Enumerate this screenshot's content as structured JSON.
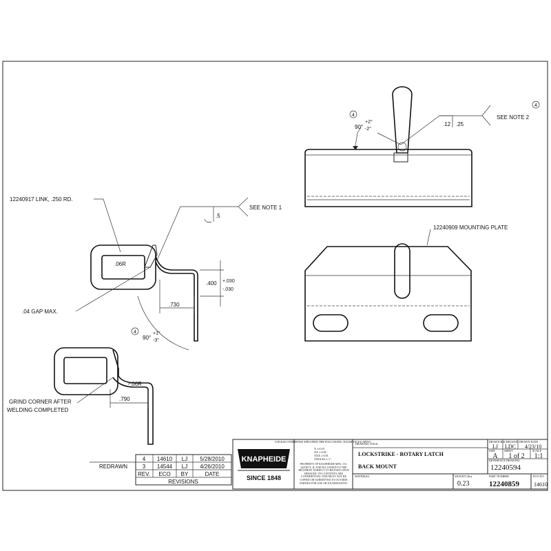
{
  "notes": {
    "link_label": "12240917 LINK, .250 RD.",
    "see_note_1": "SEE NOTE 1",
    "see_note_2": "SEE NOTE 2",
    "mounting_plate": "12240909 MOUNTING PLATE",
    "gap_max": ".04 GAP MAX.",
    "grind_line1": "GRIND CORNER AFTER",
    "grind_line2": "WELDING COMPLETED"
  },
  "dims": {
    "r06_top": ".06R",
    "r06_bottom": ".06R",
    "d730": ".730",
    "d790": ".790",
    "d400": ".400",
    "tol_plus": "+.030",
    "tol_minus": "-.030",
    "d5": ".5",
    "d12": ".12",
    "d25": ".25",
    "angle_top": "90°",
    "angle_top_plus": "+2°",
    "angle_top_minus": "-2°",
    "angle_mid": "90°",
    "angle_mid_plus": "+1°",
    "angle_mid_minus": "-3°",
    "rev_marker": "4"
  },
  "revisions": {
    "redrawn": "REDRAWN",
    "rows": [
      {
        "rev": "4",
        "eco": "14610",
        "by": "LJ",
        "date": "5/28/2010"
      },
      {
        "rev": "3",
        "eco": "14544",
        "by": "LJ",
        "date": "4/26/2010"
      }
    ],
    "headers": {
      "rev": "REV.",
      "eco": "ECO",
      "by": "BY",
      "date": "DATE"
    },
    "footer": "REVISIONS"
  },
  "title_block": {
    "logo": "KNAPHEIDE",
    "since": "SINCE 1848",
    "tolerance_header": "UNLESS OTHERWISE SPECIFIED THE FOLLOWING TOLERANCES APPLY",
    "tolerance_rows": [
      "X   ±  0.10",
      "XX  ±  0.05",
      "XXX ±  0.01",
      "ANGLES ±  1°"
    ],
    "property_note": "PROPERTY OF KNAPHEIDE MFG. CO. QUINCY, IL AND IS LOANED TO THE RECIPIENT SUBJECT TO RETURN UPON DEMAND. ITS CONTENTS ARE CONFIDENTIAL AND MUST NOT BE COPIED OR SUBMITTED TO OUTSIDE PARTIES FOR USE OR EXAMINATION.",
    "drawing_title_label": "DRAWING TITLE:",
    "title_line1": "LOCKSTRIKE - ROTARY LATCH",
    "title_line2": "BACK MOUNT",
    "material_label": "MATERIAL:",
    "weight_label": "WEIGHT (lbs)",
    "weight_value": "0.23",
    "drawn_by_label": "DRAWN BY",
    "drawn_by": "LJ",
    "checked_label": "CHECKED",
    "checked": "LDC",
    "date_label": "DRAWN DATE",
    "date": "4/23/10",
    "size_label": "SIZE",
    "size": "A",
    "sheet_label": "SHEET",
    "sheet": "1 of 2",
    "scale_label": "SCALE",
    "scale": "1:1",
    "ref_label": "REFERENCE DRAWING",
    "ref_number": "12240594",
    "part_label": "PART NUMBER",
    "part_number": "12240859",
    "eco_label": "ECO NO.",
    "eco_number": "14610"
  }
}
